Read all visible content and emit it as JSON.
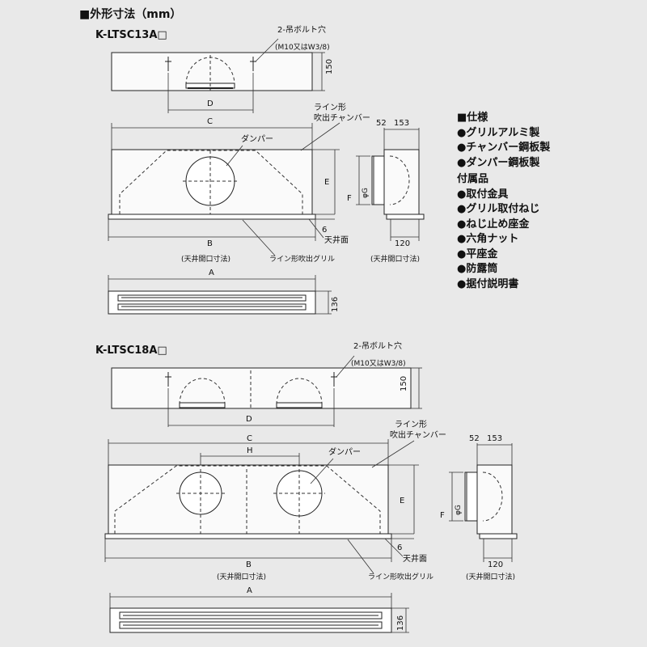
{
  "heading": "■外形寸法（mm）",
  "models": [
    {
      "name": "K-LTSC13A□",
      "labels": {
        "bolt_hole": "2-吊ボルト穴",
        "bolt_spec": "(M10又はW3/8)",
        "dim_150": "150",
        "D": "D",
        "line_chamber_1": "ライン形",
        "line_chamber_2": "吹出チャンバー",
        "dim_52": "52",
        "dim_153": "153",
        "C": "C",
        "damper": "ダンパー",
        "E": "E",
        "F": "F",
        "phiG": "φG",
        "dim_6": "6",
        "ceiling": "天井面",
        "B": "B",
        "dim_120": "120",
        "ceiling_opening_1": "(天井開口寸法)",
        "line_grille": "ライン形吹出グリル",
        "ceiling_opening_2": "(天井開口寸法)",
        "A": "A",
        "dim_136": "136"
      }
    },
    {
      "name": "K-LTSC18A□",
      "labels": {
        "bolt_hole": "2-吊ボルト穴",
        "bolt_spec": "(M10又はW3/8)",
        "dim_150": "150",
        "D": "D",
        "line_chamber_1": "ライン形",
        "line_chamber_2": "吹出チャンバー",
        "dim_52": "52",
        "dim_153": "153",
        "C": "C",
        "H": "H",
        "damper": "ダンパー",
        "E": "E",
        "F": "F",
        "phiG": "φG",
        "dim_6": "6",
        "ceiling": "天井面",
        "B": "B",
        "dim_120": "120",
        "ceiling_opening_1": "(天井開口寸法)",
        "line_grille": "ライン形吹出グリル",
        "ceiling_opening_2": "(天井開口寸法)",
        "A": "A",
        "dim_136": "136"
      }
    }
  ],
  "specs": {
    "title": "■仕様",
    "items": [
      "●グリルアルミ製",
      "●チャンバー鋼板製",
      "●ダンパー鋼板製"
    ]
  },
  "accessories": {
    "title": "付属品",
    "items": [
      "●取付金具",
      "●グリル取付ねじ",
      "●ねじ止め座金",
      "●六角ナット",
      "●平座金",
      "●防露筒",
      "●据付説明書"
    ]
  }
}
